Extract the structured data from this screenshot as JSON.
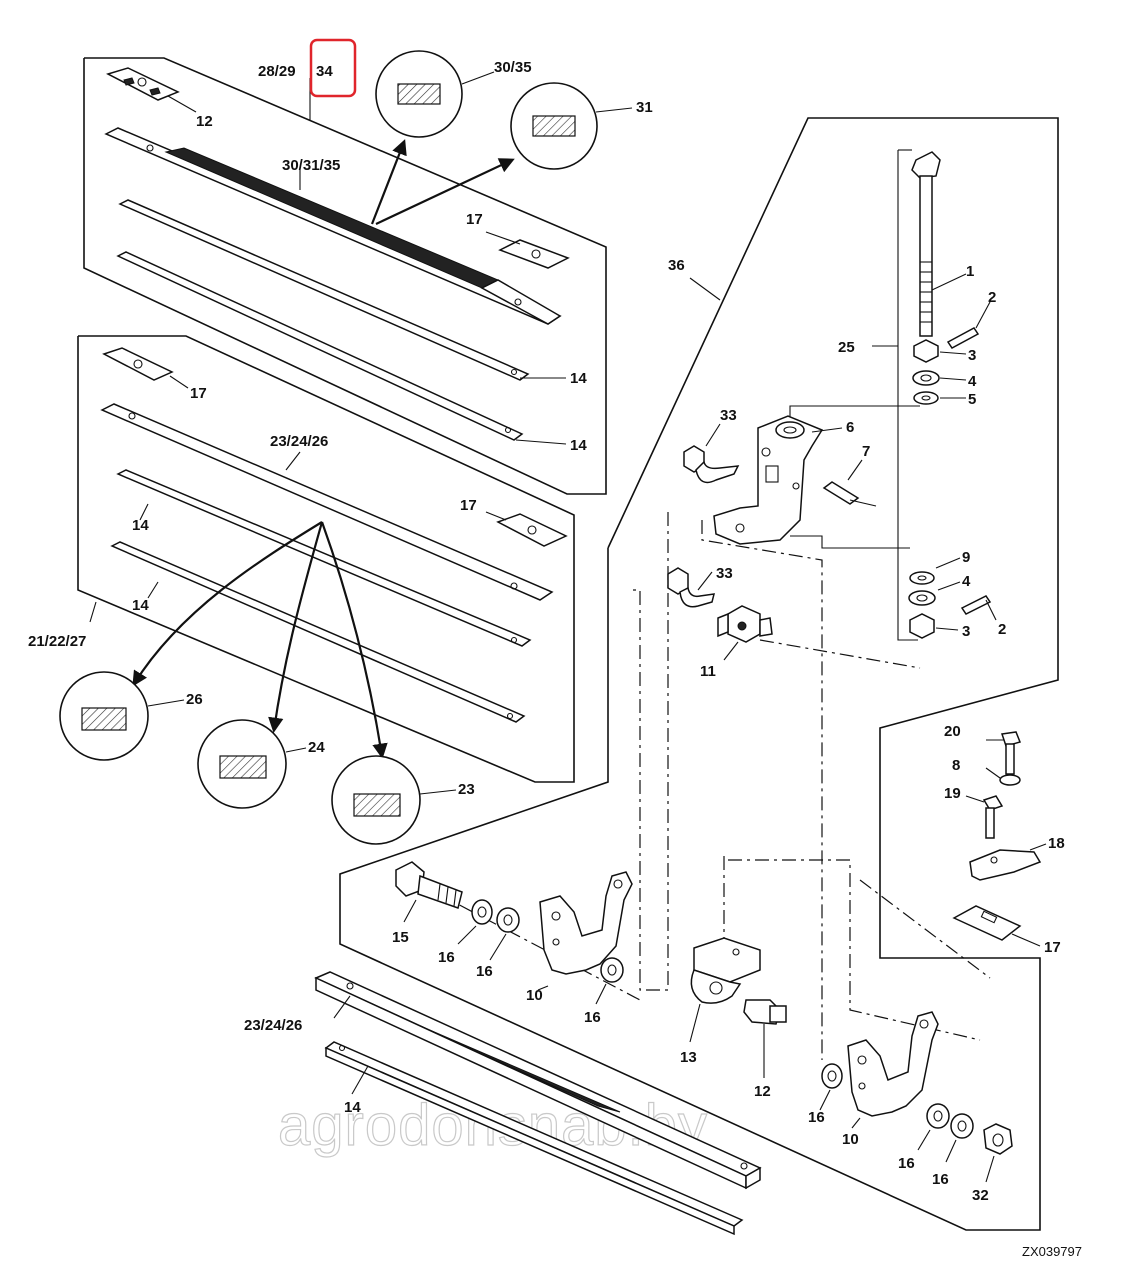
{
  "diagram": {
    "doc_code": "ZX039797",
    "watermark": "agrodonsnab.by",
    "highlight_color": "#e0252b",
    "labels": {
      "p28_29": "28/29",
      "p34": "34",
      "p30_35": "30/35",
      "p31": "31",
      "p12": "12",
      "p30_31_35": "30/31/35",
      "p17a": "17",
      "p36": "36",
      "p14a": "14",
      "p14b": "14",
      "p17b": "17",
      "p23_24_26a": "23/24/26",
      "p17c": "17",
      "p14c": "14",
      "p14d": "14",
      "p21_22_27": "21/22/27",
      "p26": "26",
      "p24": "24",
      "p23": "23",
      "p1": "1",
      "p2a": "2",
      "p25": "25",
      "p3a": "3",
      "p4a": "4",
      "p5": "5",
      "p33a": "33",
      "p6": "6",
      "p7": "7",
      "p9": "9",
      "p4b": "4",
      "p2b": "2",
      "p3b": "3",
      "p33b": "33",
      "p11": "11",
      "p20": "20",
      "p8": "8",
      "p19": "19",
      "p18": "18",
      "p17d": "17",
      "p15": "15",
      "p16a": "16",
      "p16b": "16",
      "p10a": "10",
      "p16c": "16",
      "p13": "13",
      "p12b": "12",
      "p23_24_26b": "23/24/26",
      "p14e": "14",
      "p16d": "16",
      "p10b": "10",
      "p16e": "16",
      "p16f": "16",
      "p32": "32"
    }
  }
}
